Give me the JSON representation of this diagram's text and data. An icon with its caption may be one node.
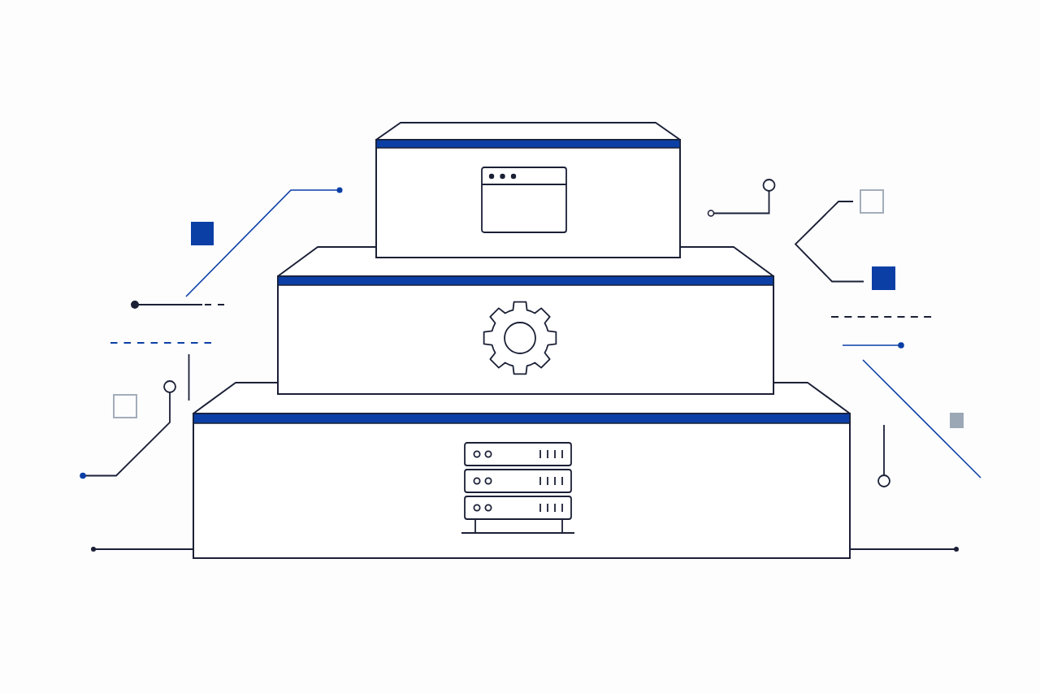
{
  "diagram": {
    "nodes": [
      {
        "text": [],
        "shape": "box"
      },
      {
        "text": [],
        "shape": "box"
      },
      {
        "text": [],
        "shape": "box"
      }
    ],
    "edges": [
      {
        "from": 2,
        "to": null,
        "arrow": "other"
      },
      {
        "from": 2,
        "to": null,
        "arrow": "other"
      }
    ]
  }
}
